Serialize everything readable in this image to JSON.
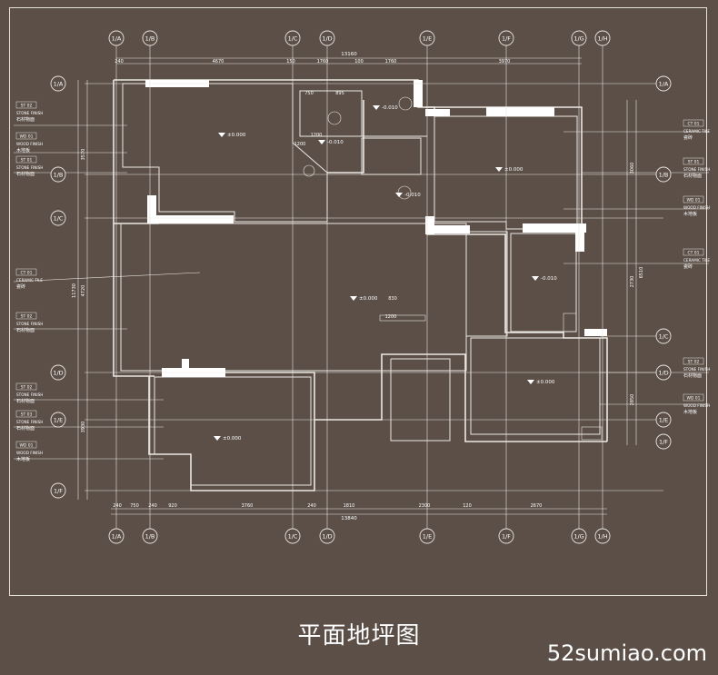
{
  "title": "平面地坪图",
  "watermark": "52sumiao.com",
  "grid_labels": {
    "top": [
      "1/A",
      "1/B",
      "1/C",
      "1/D",
      "1/E",
      "1/F",
      "1/G",
      "1/H"
    ],
    "left": [
      "1/A",
      "1/B",
      "1/C",
      "1/D",
      "1/E",
      "1/F"
    ],
    "right": [
      "1/A",
      "1/B",
      "1/C",
      "1/D",
      "1/E",
      "1/F"
    ]
  },
  "dimensions": {
    "top_total": "13160",
    "top_segments": [
      "240",
      "4670",
      "150",
      "1760",
      "100",
      "1760",
      "3970"
    ],
    "bottom_total": "13840",
    "bottom_segments": [
      "240",
      "750",
      "240",
      "920",
      "3760",
      "240",
      "1810",
      "2300",
      "120",
      "2670"
    ],
    "left_segments": [
      "3570",
      "4720",
      "11730",
      "3930"
    ],
    "right_segments": [
      "3060",
      "2730",
      "6510",
      "2850"
    ],
    "interior": [
      "750",
      "895",
      "1200",
      "1200",
      "1200",
      "830"
    ]
  },
  "level_marks": [
    "±0.000",
    "±0.000",
    "±0.000",
    "-0.010",
    "-0.010",
    "±0.000",
    "±0.000",
    "-0.010",
    "-0.010"
  ],
  "material_tags_left": [
    {
      "code": "ST 02",
      "type": "STONE FINISH",
      "cn": "石材物面"
    },
    {
      "code": "WD 01",
      "type": "WOOD FINISH",
      "cn": "木地板"
    },
    {
      "code": "ST 01",
      "type": "STONE FINISH",
      "cn": "石材物面"
    },
    {
      "code": "CT 01",
      "type": "CERAMIC TILE",
      "cn": "瓷砖"
    },
    {
      "code": "ST 02",
      "type": "STONE FINISH",
      "cn": "石材物面"
    },
    {
      "code": "ST 02",
      "type": "STONE FINISH",
      "cn": "石材物面"
    },
    {
      "code": "ST 03",
      "type": "STONE FINISH",
      "cn": "石材物面"
    },
    {
      "code": "WD 01",
      "type": "WOOD FINISH",
      "cn": "木地板"
    }
  ],
  "material_tags_right": [
    {
      "code": "CT 01",
      "type": "CERAMIC TILE",
      "cn": "瓷砖"
    },
    {
      "code": "ST 01",
      "type": "STONE FINISH",
      "cn": "石材物面"
    },
    {
      "code": "WD 01",
      "type": "WOOD FINISH",
      "cn": "木地板"
    },
    {
      "code": "CT 01",
      "type": "CERAMIC TILE",
      "cn": "瓷砖"
    },
    {
      "code": "ST 02",
      "type": "STONE FINISH",
      "cn": "石材物面"
    },
    {
      "code": "WD 01",
      "type": "WOOD FINISH",
      "cn": "木地板"
    }
  ]
}
